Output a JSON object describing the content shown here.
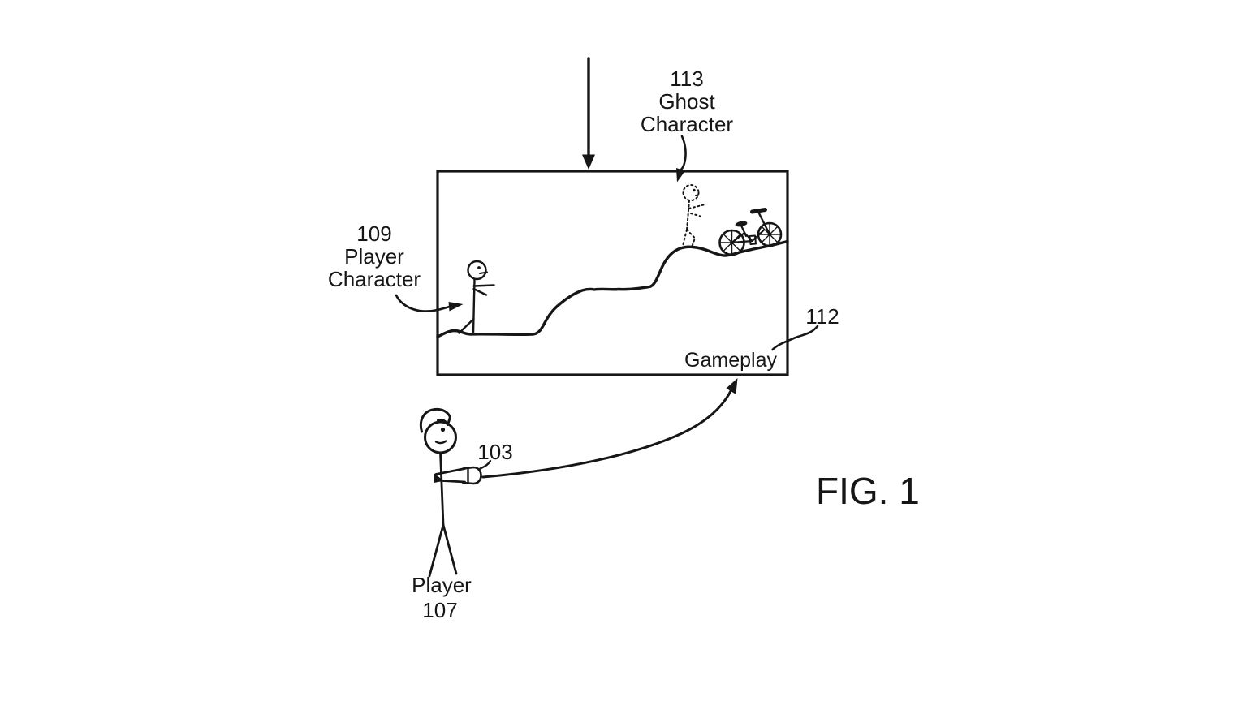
{
  "figure": {
    "caption": "FIG. 1",
    "background_color": "#ffffff",
    "ink_color": "#161616"
  },
  "callouts": {
    "ghost": {
      "ref": "113",
      "line1": "Ghost",
      "line2": "Character"
    },
    "player_character": {
      "ref": "109",
      "line1": "Player",
      "line2": "Character"
    },
    "screen": {
      "ref": "112",
      "label": "Gameplay"
    },
    "controller": {
      "ref": "103"
    },
    "player": {
      "label": "Player",
      "ref": "107"
    }
  }
}
